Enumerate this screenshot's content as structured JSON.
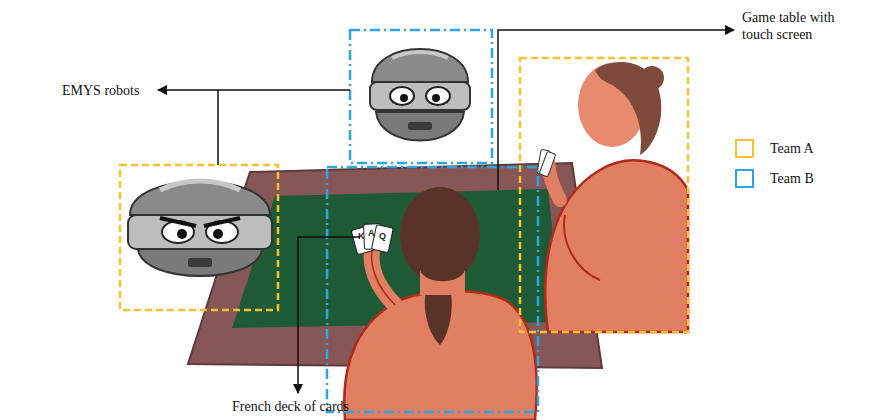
{
  "diagram": {
    "labels": [
      "Game table with touch screen",
      "EMYS robots",
      "K",
      "A",
      "Q",
      "French deck of cards"
    ],
    "legend": [
      {
        "text": "Team A",
        "color": "#f7c12e"
      },
      {
        "text": "Team B",
        "color": "#2ca6e0"
      }
    ]
  }
}
